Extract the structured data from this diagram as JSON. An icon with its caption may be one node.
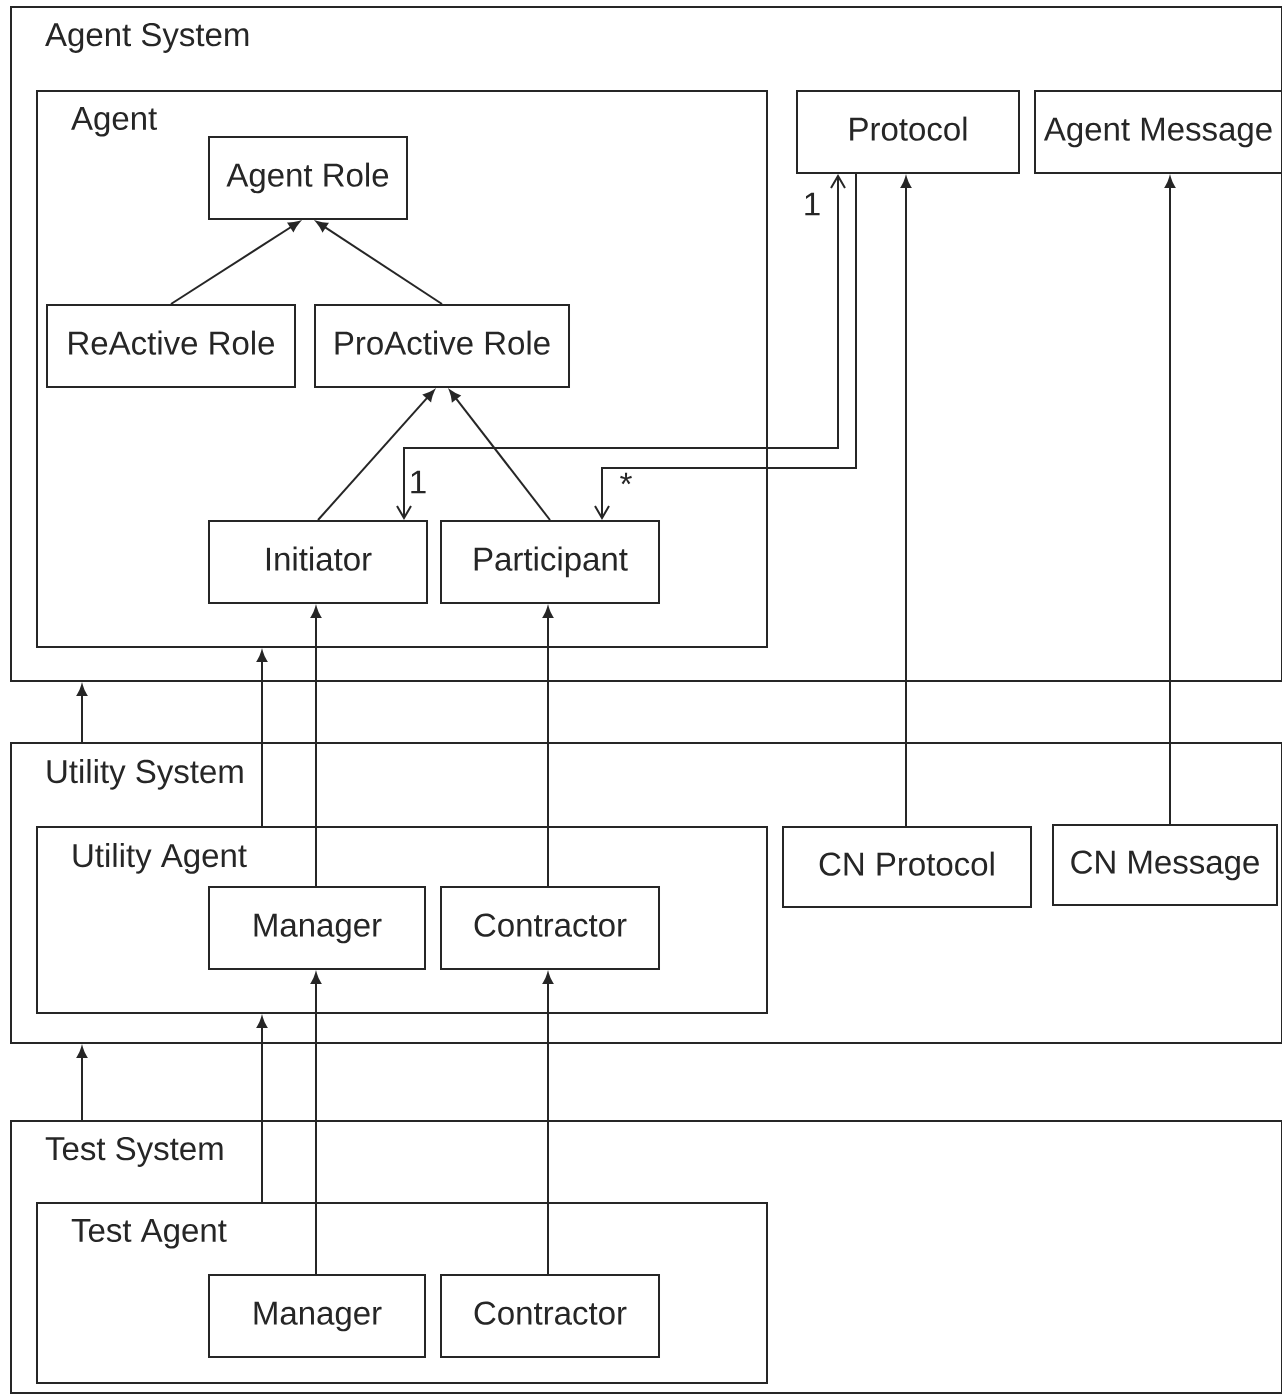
{
  "diagram": {
    "nodes": [
      {
        "text": [
          "Agent System"
        ]
      },
      {
        "text": [
          "Agent"
        ],
        "in": 0
      },
      {
        "text": [
          "Agent Role"
        ],
        "in": 1
      },
      {
        "text": [
          "ReActive Role"
        ],
        "in": 1
      },
      {
        "text": [
          "ProActive Role"
        ],
        "in": 1
      },
      {
        "text": [
          "Initiator"
        ],
        "in": 1
      },
      {
        "text": [
          "Participant"
        ],
        "in": 1
      },
      {
        "text": [
          "Protocol"
        ],
        "in": 0
      },
      {
        "text": [
          "Agent Message"
        ],
        "in": 0
      },
      {
        "text": [
          "Utility System"
        ]
      },
      {
        "text": [
          "Utility Agent"
        ],
        "in": 9
      },
      {
        "text": [
          "Manager"
        ],
        "in": 10
      },
      {
        "text": [
          "Contractor"
        ],
        "in": 10
      },
      {
        "text": [
          "CN Protocol"
        ],
        "in": 9
      },
      {
        "text": [
          "CN Message"
        ],
        "in": 9
      },
      {
        "text": [
          "Test System"
        ]
      },
      {
        "text": [
          "Test Agent"
        ],
        "in": 15
      },
      {
        "text": [
          "Manager"
        ],
        "in": 16
      },
      {
        "text": [
          "Contractor"
        ],
        "in": 16
      }
    ],
    "edges": [
      {
        "from": 3,
        "to": 2,
        "arrow": "to"
      },
      {
        "from": 4,
        "to": 2,
        "arrow": "to"
      },
      {
        "from": 5,
        "to": 4,
        "arrow": "to"
      },
      {
        "from": 6,
        "to": 4,
        "arrow": "to"
      },
      {
        "from": 5,
        "to": 7,
        "arrow": "both",
        "label": "1"
      },
      {
        "from": 7,
        "to": 6,
        "arrow": "to",
        "label": "*"
      },
      {
        "from": 9,
        "to": 0,
        "arrow": "to"
      },
      {
        "from": 10,
        "to": 1,
        "arrow": "to"
      },
      {
        "from": 11,
        "to": 5,
        "arrow": "to"
      },
      {
        "from": 12,
        "to": 6,
        "arrow": "to"
      },
      {
        "from": 13,
        "to": 7,
        "arrow": "to"
      },
      {
        "from": 14,
        "to": 8,
        "arrow": "to"
      },
      {
        "from": 15,
        "to": 9,
        "arrow": "to"
      },
      {
        "from": 16,
        "to": 10,
        "arrow": "to"
      },
      {
        "from": 17,
        "to": 11,
        "arrow": "to"
      },
      {
        "from": 18,
        "to": 12,
        "arrow": "to"
      }
    ],
    "labels": [
      "1"
    ]
  }
}
